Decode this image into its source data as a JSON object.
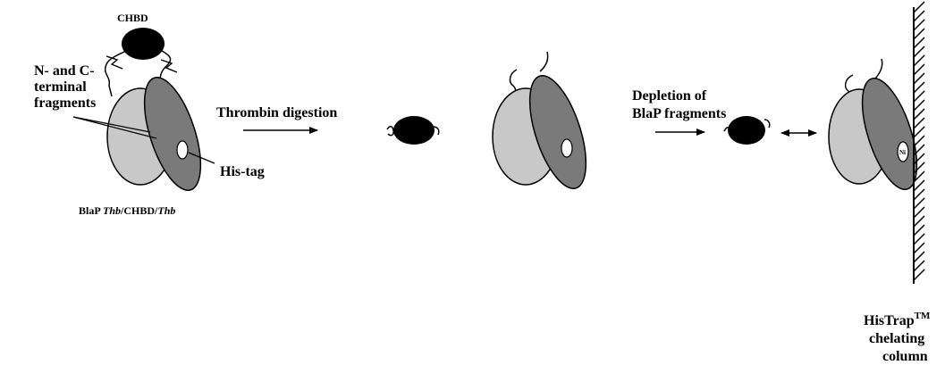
{
  "labels": {
    "chbd": "CHBD",
    "nc_line1": "N- and C-",
    "nc_line2": "terminal",
    "nc_line3": "fragments",
    "his_tag": "His-tag",
    "construct_prefix": "BlaP ",
    "construct_thb1": "Thb",
    "construct_mid": "/CHBD/",
    "construct_thb2": "Thb",
    "thrombin": "Thrombin  digestion",
    "depletion_line1": "Depletion of",
    "depletion_line2": "BlaP fragments",
    "ni": "Ni",
    "column_line1": "HisTrap",
    "column_tm": "TM",
    "column_line2": "chelating",
    "column_line3": "column"
  },
  "colors": {
    "light_domain": "#c8c8c8",
    "dark_domain": "#7a7a7a",
    "chbd_fill": "#000000",
    "his_tag_fill": "#ffffff",
    "line": "#000000"
  }
}
